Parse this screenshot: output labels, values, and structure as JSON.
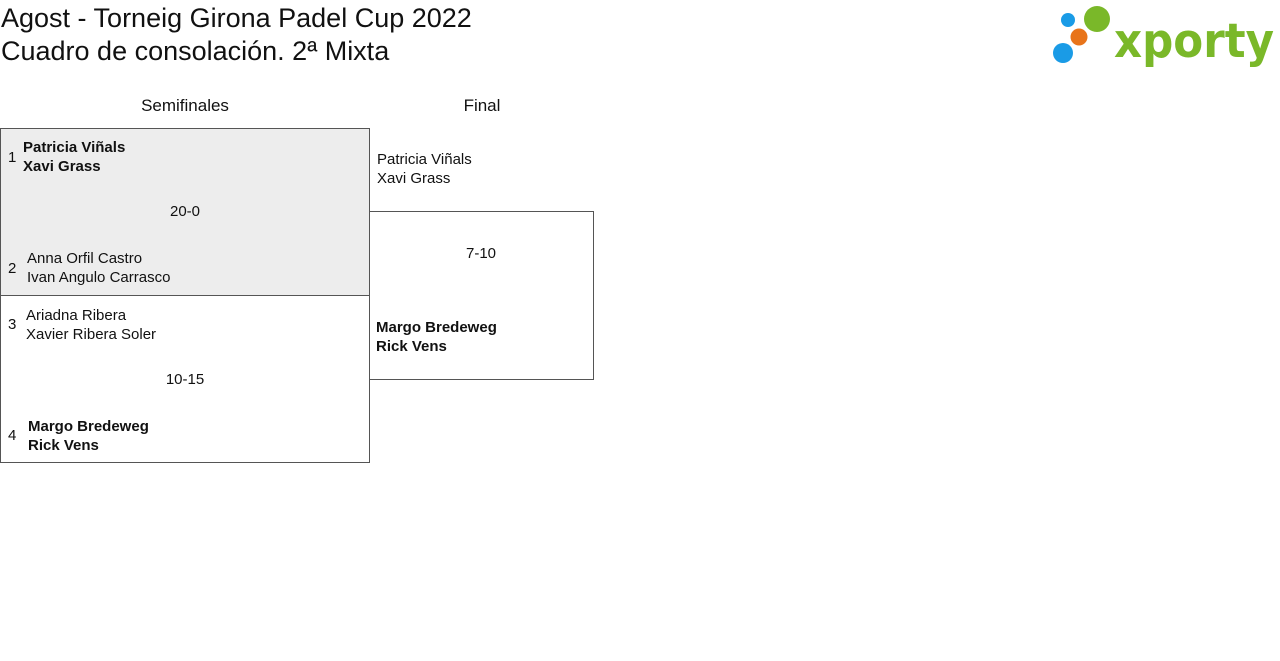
{
  "header": {
    "line1": "Agost - Torneig Girona Padel Cup 2022",
    "line2": "Cuadro de consolación. 2ª Mixta"
  },
  "logo": {
    "text": "xporty",
    "colors": {
      "green": "#7ab829",
      "blue": "#1a9be6",
      "orange": "#e8741a"
    }
  },
  "rounds": {
    "semifinals": "Semifinales",
    "final": "Final"
  },
  "semifinals": [
    {
      "score": "20-0",
      "top": {
        "seed": "1",
        "player1": "Patricia Viñals",
        "player2": "Xavi Grass",
        "winner": true
      },
      "bottom": {
        "seed": "2",
        "player1": "Anna Orfil Castro",
        "player2": "Ivan Angulo Carrasco",
        "winner": false
      }
    },
    {
      "score": "10-15",
      "top": {
        "seed": "3",
        "player1": "Ariadna Ribera",
        "player2": "Xavier Ribera Soler",
        "winner": false
      },
      "bottom": {
        "seed": "4",
        "player1": "Margo Bredeweg",
        "player2": "Rick Vens",
        "winner": true
      }
    }
  ],
  "final": {
    "score": "7-10",
    "top": {
      "player1": "Patricia Viñals",
      "player2": "Xavi Grass",
      "winner": false
    },
    "bottom": {
      "player1": "Margo Bredeweg",
      "player2": "Rick Vens",
      "winner": true
    }
  }
}
